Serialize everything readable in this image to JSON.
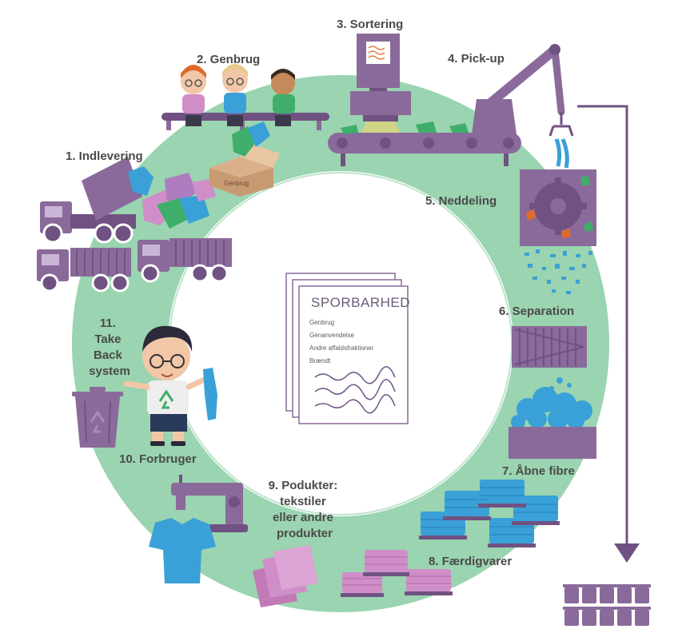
{
  "colors": {
    "ring": "#9ad4b0",
    "purple": "#8a6a9a",
    "purple_dark": "#6f5282",
    "pink": "#d08ec8",
    "blue": "#3aa0d8",
    "green": "#3fae6a",
    "label": "#4a4a4a"
  },
  "steps": [
    {
      "id": "indlevering",
      "label": "1. Indlevering",
      "icon": "truck-icon"
    },
    {
      "id": "genbrug",
      "label": "2. Genbrug",
      "icon": "sorting-kids-icon"
    },
    {
      "id": "sortering",
      "label": "3. Sortering",
      "icon": "sorting-machine-icon"
    },
    {
      "id": "pickup",
      "label": "4. Pick-up",
      "icon": "crane-icon"
    },
    {
      "id": "neddeling",
      "label": "5. Neddeling",
      "icon": "shredder-icon"
    },
    {
      "id": "separation",
      "label": "6. Separation",
      "icon": "separator-icon"
    },
    {
      "id": "abne_fibre",
      "label": "7. Åbne fibre",
      "icon": "fiber-bin-icon"
    },
    {
      "id": "faerdigvarer",
      "label": "8. Færdigvarer",
      "icon": "pallets-icon"
    },
    {
      "id": "produkter",
      "lines": [
        "9. Podukter:",
        "tekstiler",
        "eller andre",
        "produkter"
      ],
      "icon": "fabric-sheets-icon"
    },
    {
      "id": "forbruger",
      "label": "10. Forbruger",
      "icon": "sewing-machine-icon"
    },
    {
      "id": "take_back",
      "lines": [
        "11.",
        "Take",
        "Back",
        "system"
      ],
      "icon": "recycle-bin-icon"
    }
  ],
  "box_label": "Genbrug",
  "document": {
    "title": "SPORBARHED",
    "items": [
      "Genbrug",
      "Genanvendelse",
      "Andre affaldsfraktioner",
      "Brændt"
    ]
  }
}
